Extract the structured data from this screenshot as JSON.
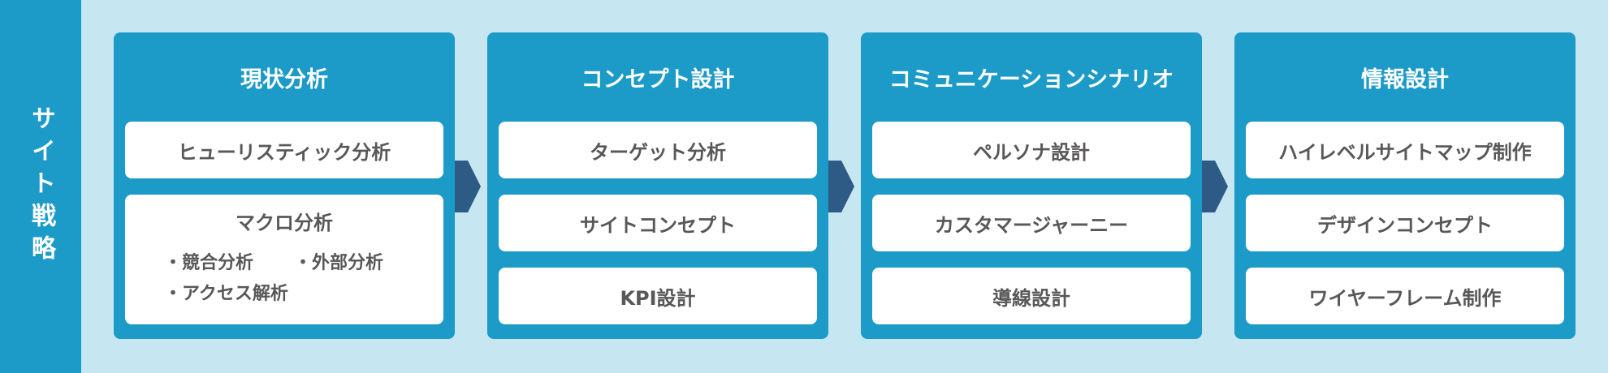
{
  "sidebar": {
    "label": "サイト戦略"
  },
  "colors": {
    "background": "#c6e6f2",
    "panel": "#1c9ac8",
    "card": "#ffffff",
    "card_text": "#595757",
    "arrow": "#2e5a86"
  },
  "panels": [
    {
      "title": "現状分析",
      "cards": [
        {
          "label": "ヒューリスティック分析"
        },
        {
          "label": "マクロ分析",
          "sub_items": [
            "・競合分析",
            "・外部分析",
            "・アクセス解析"
          ]
        }
      ]
    },
    {
      "title": "コンセプト設計",
      "cards": [
        {
          "label": "ターゲット分析"
        },
        {
          "label": "サイトコンセプト"
        },
        {
          "label": "KPI設計"
        }
      ]
    },
    {
      "title": "コミュニケーションシナリオ",
      "cards": [
        {
          "label": "ペルソナ設計"
        },
        {
          "label": "カスタマージャーニー"
        },
        {
          "label": "導線設計"
        }
      ]
    },
    {
      "title": "情報設計",
      "cards": [
        {
          "label": "ハイレベルサイトマップ制作"
        },
        {
          "label": "デザインコンセプト"
        },
        {
          "label": "ワイヤーフレーム制作"
        }
      ]
    }
  ]
}
